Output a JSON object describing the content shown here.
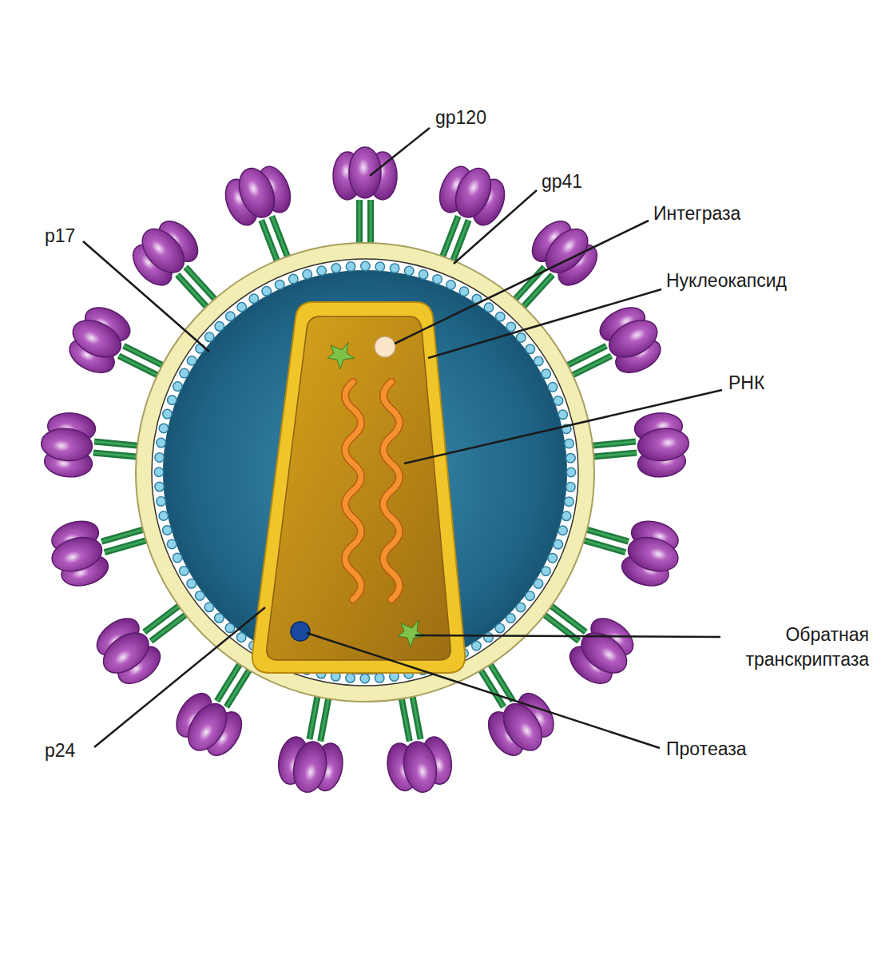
{
  "diagram": {
    "labels": [
      "gp120",
      "gp41",
      "Интеграза",
      "Нуклеокапсид",
      "РНК",
      "Обратная транскриптаза",
      "Протеаза",
      "p17",
      "p24"
    ]
  }
}
